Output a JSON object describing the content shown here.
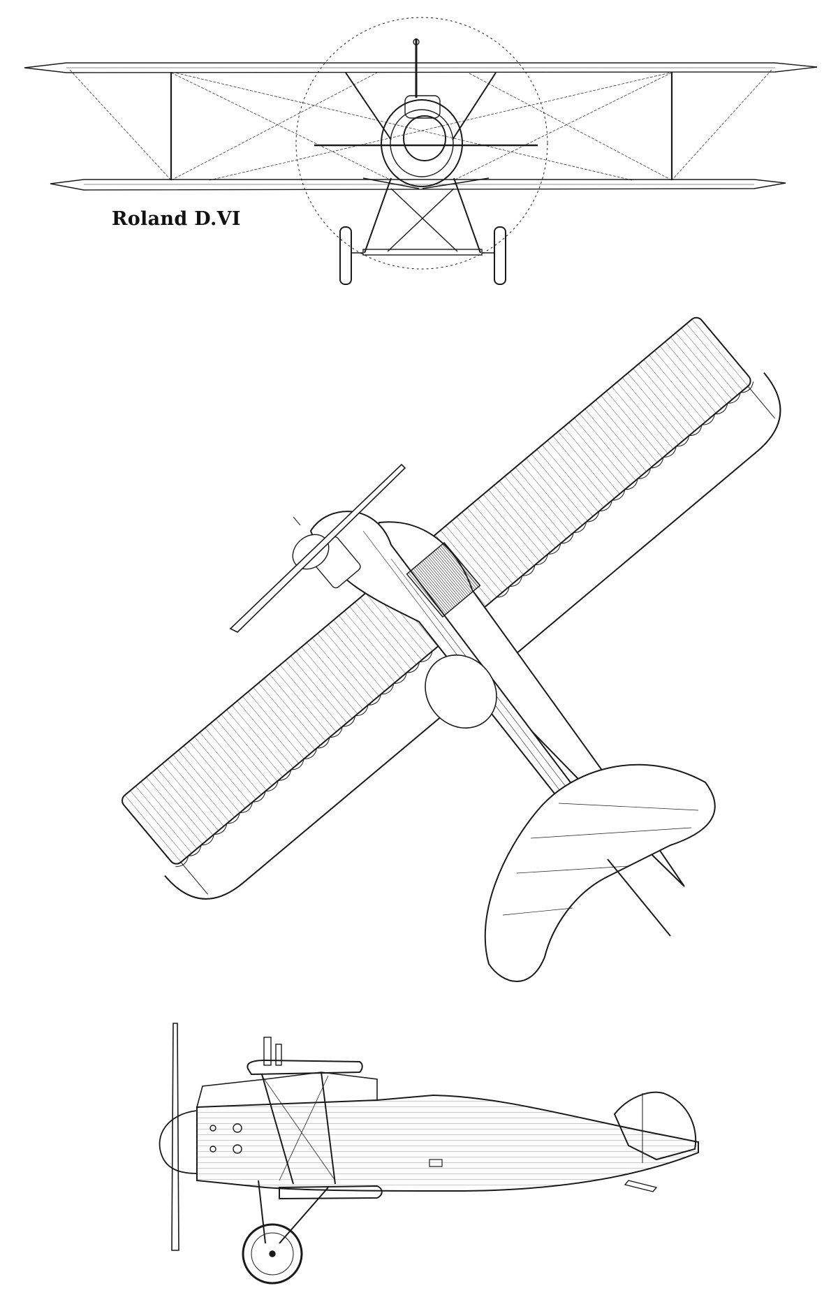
{
  "drawing": {
    "title": "Roland D.VI",
    "views": [
      "front-view",
      "top-view",
      "side-view"
    ],
    "line_color": "#1a1a1a"
  }
}
